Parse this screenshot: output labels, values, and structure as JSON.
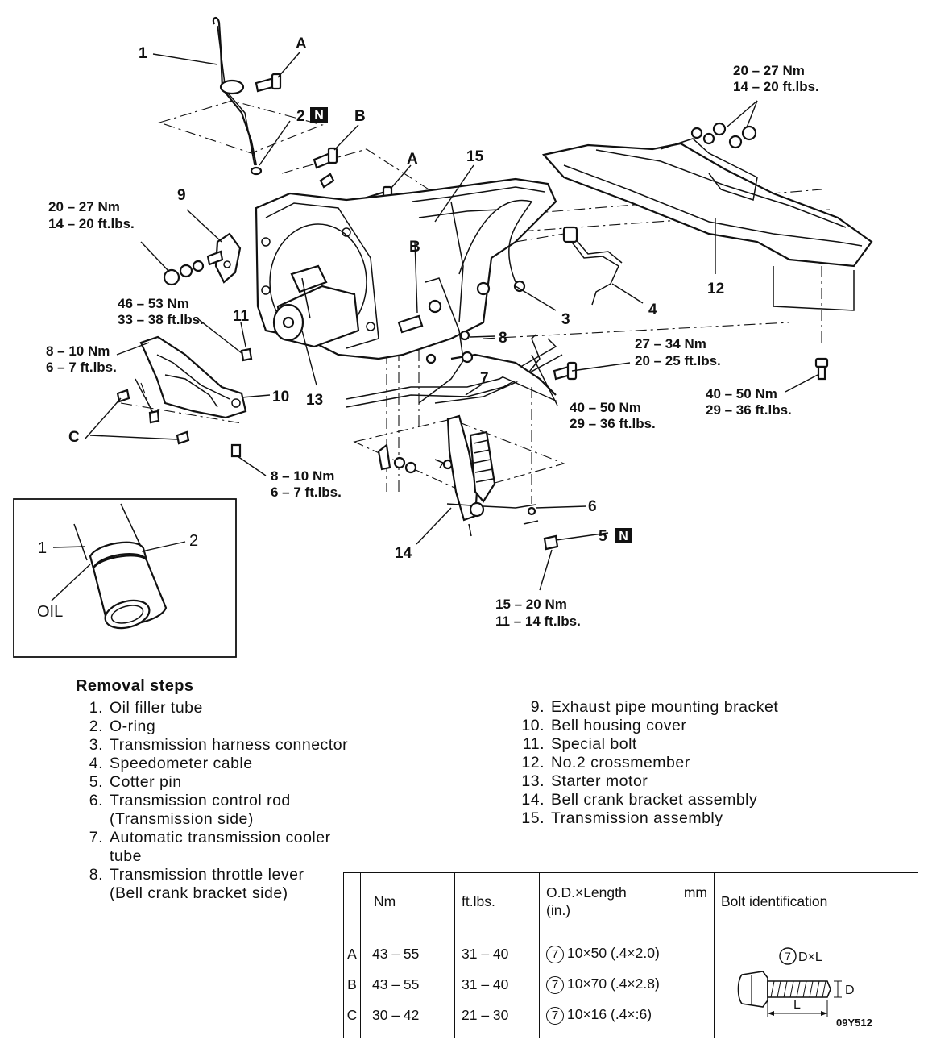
{
  "callouts": {
    "n1": "1",
    "n2": "2",
    "n3": "3",
    "n4": "4",
    "n5": "5",
    "n6": "6",
    "n7": "7",
    "n8": "8",
    "n9": "9",
    "n10": "10",
    "n11": "11",
    "n12": "12",
    "n13": "13",
    "n14": "14",
    "n15": "15",
    "a": "A",
    "b": "B",
    "c": "C",
    "new_mark": "N"
  },
  "torques": {
    "t1_nm": "20 – 27 Nm",
    "t1_ft": "14 – 20 ft.lbs.",
    "t2_nm": "20 – 27 Nm",
    "t2_ft": "14 – 20 ft.lbs.",
    "t3_nm": "46 – 53 Nm",
    "t3_ft": "33 – 38 ft.lbs.",
    "t4_nm": "8 – 10 Nm",
    "t4_ft": "6 – 7 ft.lbs.",
    "t5_nm": "27 – 34 Nm",
    "t5_ft": "20 – 25 ft.lbs.",
    "t6_nm": "40 – 50 Nm",
    "t6_ft": "29 – 36 ft.lbs.",
    "t7_nm": "40 – 50 Nm",
    "t7_ft": "29 – 36 ft.lbs.",
    "t8_nm": "8 – 10 Nm",
    "t8_ft": "6 – 7 ft.lbs.",
    "t9_nm": "15 – 20 Nm",
    "t9_ft": "11 – 14 ft.lbs."
  },
  "inset": {
    "label1": "1",
    "label2": "2",
    "oil": "OIL"
  },
  "removal": {
    "title": "Removal steps",
    "steps_left": [
      {
        "n": "1.",
        "text": "Oil filler tube"
      },
      {
        "n": "2.",
        "text": "O-ring"
      },
      {
        "n": "3.",
        "text": "Transmission harness connector"
      },
      {
        "n": "4.",
        "text": "Speedometer cable"
      },
      {
        "n": "5.",
        "text": "Cotter pin"
      },
      {
        "n": "6.",
        "text": "Transmission control rod",
        "sub": "(Transmission side)"
      },
      {
        "n": "7.",
        "text": "Automatic transmission cooler",
        "sub": "tube"
      },
      {
        "n": "8.",
        "text": "Transmission throttle lever",
        "sub": "(Bell crank bracket side)"
      }
    ],
    "steps_right": [
      {
        "n": "9.",
        "text": "Exhaust pipe mounting bracket"
      },
      {
        "n": "10.",
        "text": "Bell housing cover"
      },
      {
        "n": "11.",
        "text": "Special bolt"
      },
      {
        "n": "12.",
        "text": "No.2 crossmember"
      },
      {
        "n": "13.",
        "text": "Starter motor"
      },
      {
        "n": "14.",
        "text": "Bell crank bracket assembly"
      },
      {
        "n": "15.",
        "text": "Transmission assembly"
      }
    ]
  },
  "bolt_table": {
    "headers": {
      "nm": "Nm",
      "ftlbs": "ft.lbs.",
      "od": "O.D.×Length",
      "mm": "mm",
      "in": "(in.)",
      "id": "Bolt identification"
    },
    "spec_mark": "7",
    "rows": [
      {
        "code": "A",
        "nm": "43 – 55",
        "ft": "31 – 40",
        "size": "10×50  (.4×2.0)"
      },
      {
        "code": "B",
        "nm": "43 – 55",
        "ft": "31 – 40",
        "size": "10×70  (.4×2.8)"
      },
      {
        "code": "C",
        "nm": "30 – 42",
        "ft": "21 – 30",
        "size": "10×16  (.4×:6)"
      }
    ],
    "bolt_labels": {
      "dxl": "D×L",
      "d": "D",
      "l": "L"
    },
    "figure_code": "09Y512"
  }
}
